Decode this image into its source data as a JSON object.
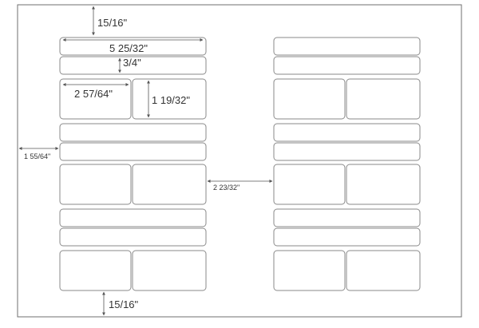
{
  "colors": {
    "sheet_fill": "#ffffff",
    "sheet_stroke": "#6f6f6f",
    "label_stroke": "#8a8a8a",
    "dimension_line": "#555555",
    "text": "#333333"
  },
  "dimensions": {
    "top_margin": "15/16\"",
    "full_label_width": "5 25/32\"",
    "full_label_height": "3/4\"",
    "half_label_width": "2 57/64\"",
    "half_label_height": "1 19/32\"",
    "left_margin": "1 55/64\"",
    "column_gap": "2 23/32\"",
    "bottom_margin": "15/16\""
  },
  "layout": {
    "columns": 2,
    "row_pattern": [
      "full-strip",
      "full-strip",
      "half-pair",
      "full-strip",
      "full-strip",
      "half-pair",
      "full-strip",
      "full-strip",
      "half-pair"
    ]
  }
}
